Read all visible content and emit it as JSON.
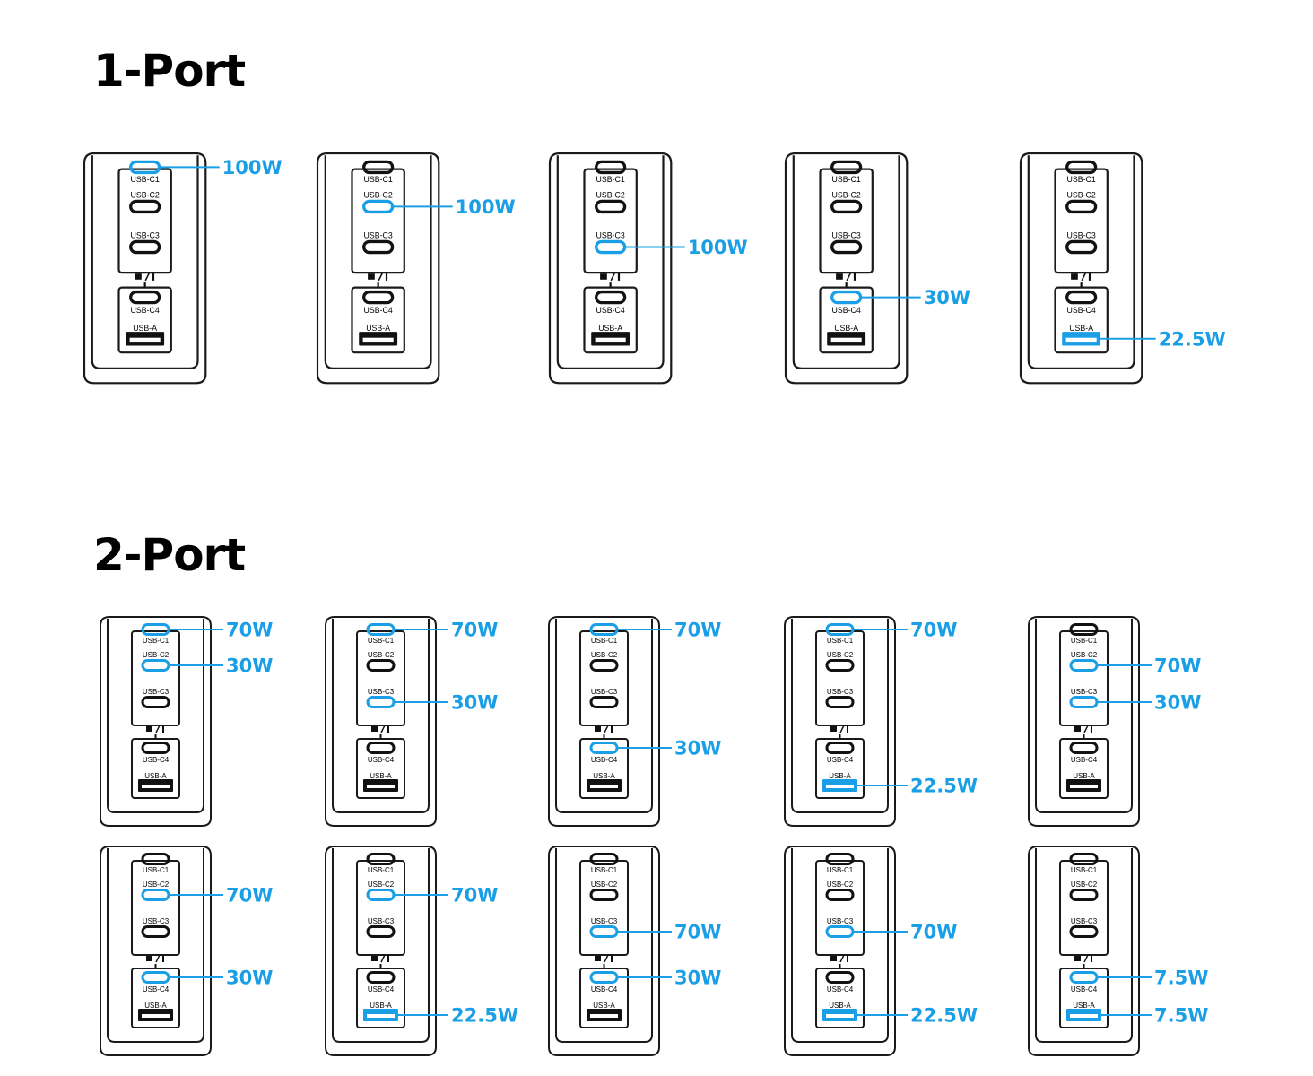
{
  "sections": [
    {
      "title": "1-Port"
    },
    {
      "title": "2-Port"
    }
  ],
  "port_labels": [
    "USB-C1",
    "USB-C2",
    "USB-C3",
    "USB-C4",
    "USB-A"
  ],
  "colors": {
    "active": "#1a9fe6",
    "inactive": "#111111",
    "outline": "#222222"
  },
  "configs": [
    {
      "section": "1-Port",
      "ports": [
        {
          "port": "USB-C1",
          "watts": "100W"
        }
      ]
    },
    {
      "section": "1-Port",
      "ports": [
        {
          "port": "USB-C2",
          "watts": "100W"
        }
      ]
    },
    {
      "section": "1-Port",
      "ports": [
        {
          "port": "USB-C3",
          "watts": "100W"
        }
      ]
    },
    {
      "section": "1-Port",
      "ports": [
        {
          "port": "USB-C4",
          "watts": "30W"
        }
      ]
    },
    {
      "section": "1-Port",
      "ports": [
        {
          "port": "USB-A",
          "watts": "22.5W"
        }
      ]
    },
    {
      "section": "2-Port",
      "ports": [
        {
          "port": "USB-C1",
          "watts": "70W"
        },
        {
          "port": "USB-C2",
          "watts": "30W"
        }
      ]
    },
    {
      "section": "2-Port",
      "ports": [
        {
          "port": "USB-C1",
          "watts": "70W"
        },
        {
          "port": "USB-C3",
          "watts": "30W"
        }
      ]
    },
    {
      "section": "2-Port",
      "ports": [
        {
          "port": "USB-C1",
          "watts": "70W"
        },
        {
          "port": "USB-C4",
          "watts": "30W"
        }
      ]
    },
    {
      "section": "2-Port",
      "ports": [
        {
          "port": "USB-C1",
          "watts": "70W"
        },
        {
          "port": "USB-A",
          "watts": "22.5W"
        }
      ]
    },
    {
      "section": "2-Port",
      "ports": [
        {
          "port": "USB-C2",
          "watts": "70W"
        },
        {
          "port": "USB-C3",
          "watts": "30W"
        }
      ]
    },
    {
      "section": "2-Port",
      "ports": [
        {
          "port": "USB-C2",
          "watts": "70W"
        },
        {
          "port": "USB-C4",
          "watts": "30W"
        }
      ]
    },
    {
      "section": "2-Port",
      "ports": [
        {
          "port": "USB-C2",
          "watts": "70W"
        },
        {
          "port": "USB-A",
          "watts": "22.5W"
        }
      ]
    },
    {
      "section": "2-Port",
      "ports": [
        {
          "port": "USB-C3",
          "watts": "70W"
        },
        {
          "port": "USB-C4",
          "watts": "30W"
        }
      ]
    },
    {
      "section": "2-Port",
      "ports": [
        {
          "port": "USB-C3",
          "watts": "70W"
        },
        {
          "port": "USB-A",
          "watts": "22.5W"
        }
      ]
    },
    {
      "section": "2-Port",
      "ports": [
        {
          "port": "USB-C4",
          "watts": "7.5W"
        },
        {
          "port": "USB-A",
          "watts": "7.5W"
        }
      ]
    }
  ]
}
